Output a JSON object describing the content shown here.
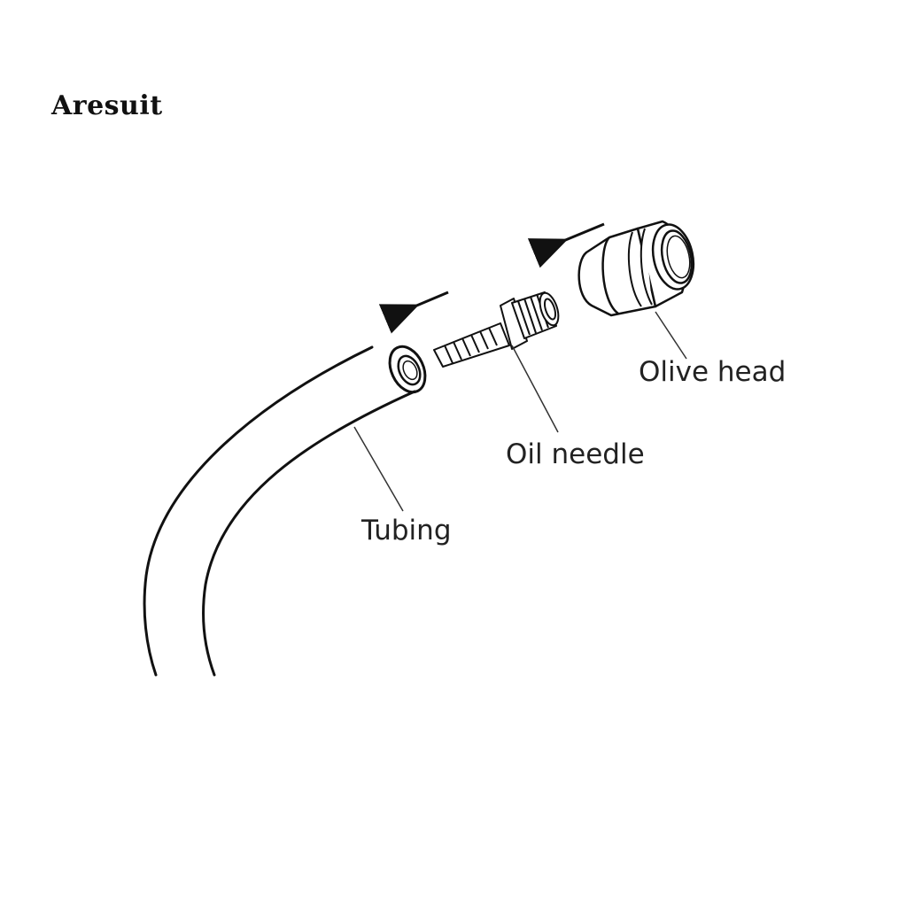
{
  "brand": {
    "name": "Aresuit"
  },
  "parts": {
    "olive_head": "Olive head",
    "oil_needle": "Oil needle",
    "tubing": "Tubing"
  },
  "colors": {
    "line": "#111111",
    "background": "#ffffff"
  }
}
